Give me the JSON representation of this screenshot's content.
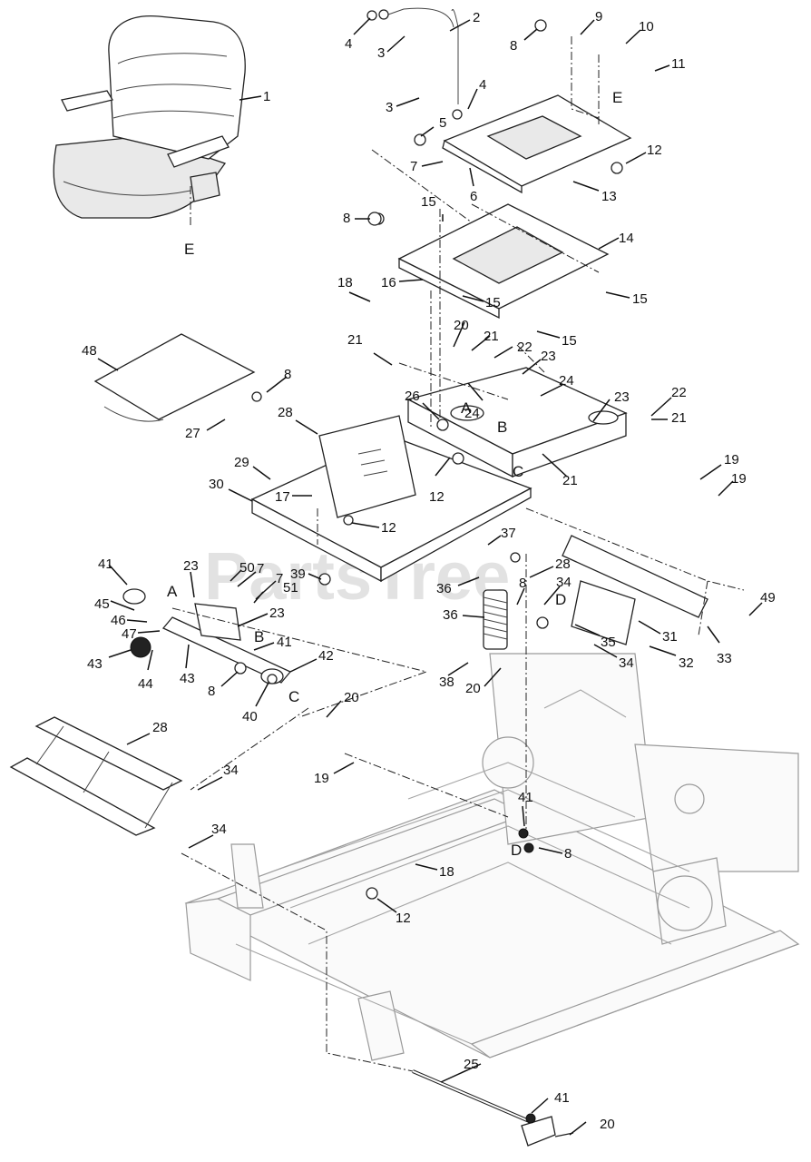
{
  "watermark": "PartsTree",
  "callouts": [
    "1",
    "2",
    "3",
    "3",
    "4",
    "4",
    "5",
    "6",
    "7",
    "8",
    "8",
    "8",
    "9",
    "10",
    "11",
    "12",
    "12",
    "12",
    "12",
    "13",
    "14",
    "15",
    "15",
    "15",
    "15",
    "16",
    "17",
    "18",
    "18",
    "19",
    "19",
    "19",
    "20",
    "20",
    "20",
    "20",
    "21",
    "21",
    "21",
    "21",
    "22",
    "22",
    "23",
    "23",
    "23",
    "23",
    "24",
    "24",
    "25",
    "26",
    "27",
    "28",
    "28",
    "28",
    "29",
    "30",
    "31",
    "32",
    "33",
    "34",
    "34",
    "34",
    "34",
    "35",
    "36",
    "36",
    "37",
    "38",
    "39",
    "40",
    "41",
    "41",
    "41",
    "41",
    "42",
    "43",
    "43",
    "44",
    "45",
    "46",
    "47",
    "48",
    "49",
    "50",
    "51",
    "7",
    "7",
    "8",
    "8",
    "8"
  ],
  "refs": [
    "E",
    "E",
    "A",
    "B",
    "C",
    "D",
    "A",
    "B",
    "C",
    "D"
  ]
}
